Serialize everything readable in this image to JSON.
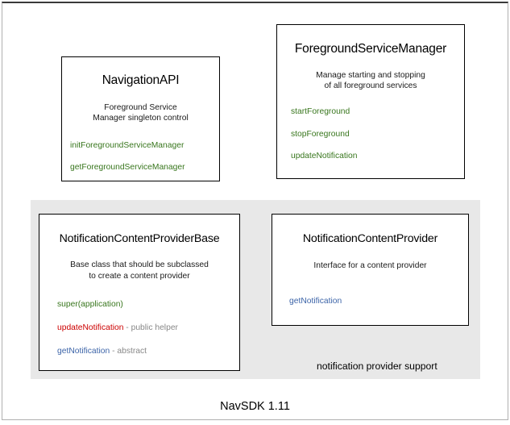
{
  "diagram": {
    "footer_label": "NavSDK 1.11",
    "group_panel": {
      "caption": "notification provider support",
      "background_color": "#e8e8e8"
    },
    "colors": {
      "green": "#38761d",
      "red": "#cc0000",
      "blue": "#3c64a8",
      "note_gray": "#888888",
      "box_border": "#000000",
      "panel_background": "#e8e8e8",
      "frame_border": "#b0b0b0"
    },
    "boxes": [
      {
        "id": "navigation-api",
        "title": "NavigationAPI",
        "description_lines": [
          "Foreground Service",
          "Manager singleton control"
        ],
        "members": [
          {
            "name": "initForegroundServiceManager",
            "color": "green",
            "note": ""
          },
          {
            "name": "getForegroundServiceManager",
            "color": "green",
            "note": ""
          }
        ]
      },
      {
        "id": "foreground-service-manager",
        "title": "ForegroundServiceManager",
        "description_lines": [
          "Manage starting and stopping",
          "of all foreground services"
        ],
        "members": [
          {
            "name": "startForeground",
            "color": "green",
            "note": ""
          },
          {
            "name": "stopForeground",
            "color": "green",
            "note": ""
          },
          {
            "name": "updateNotification",
            "color": "green",
            "note": ""
          }
        ]
      },
      {
        "id": "notification-content-provider-base",
        "title": "NotificationContentProviderBase",
        "description_lines": [
          "Base class that should be subclassed",
          "to create a content provider"
        ],
        "members": [
          {
            "name": "super(application)",
            "color": "green",
            "note": ""
          },
          {
            "name": "updateNotification",
            "color": "red",
            "note": " - public helper"
          },
          {
            "name": "getNotification",
            "color": "blue",
            "note": " - abstract"
          }
        ]
      },
      {
        "id": "notification-content-provider",
        "title": "NotificationContentProvider",
        "description_lines": [
          "Interface for a content provider"
        ],
        "members": [
          {
            "name": "getNotification",
            "color": "blue",
            "note": ""
          }
        ]
      }
    ]
  }
}
